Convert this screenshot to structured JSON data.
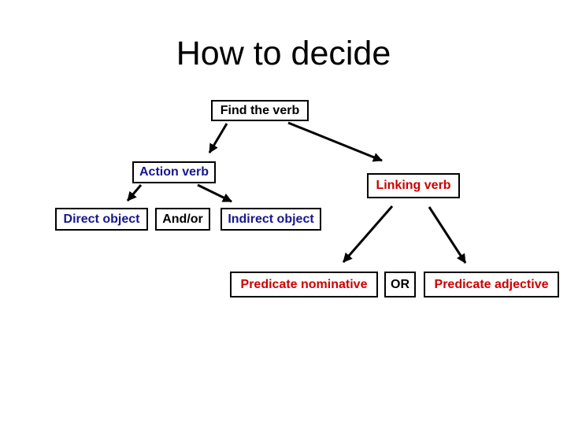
{
  "slide": {
    "title": "How to decide"
  },
  "colors": {
    "background": "#ffffff",
    "node_border": "#000000",
    "arrow": "#000000",
    "black": "#000000",
    "navy": "#17178F",
    "red": "#CC0000"
  },
  "nodes": [
    {
      "id": "find-the-verb",
      "label": "Find the verb",
      "color": "black"
    },
    {
      "id": "action-verb",
      "label": "Action verb",
      "color": "navy"
    },
    {
      "id": "linking-verb",
      "label": "Linking verb",
      "color": "red"
    },
    {
      "id": "direct-object",
      "label": "Direct object",
      "color": "navy"
    },
    {
      "id": "and-or",
      "label": "And/or",
      "color": "black"
    },
    {
      "id": "indirect-object",
      "label": "Indirect object",
      "color": "navy"
    },
    {
      "id": "predicate-nominative",
      "label": "Predicate nominative",
      "color": "red"
    },
    {
      "id": "or",
      "label": "OR",
      "color": "black"
    },
    {
      "id": "predicate-adjective",
      "label": "Predicate adjective",
      "color": "red"
    }
  ],
  "edges": [
    {
      "from": "find-the-verb",
      "to": "action-verb"
    },
    {
      "from": "find-the-verb",
      "to": "linking-verb"
    },
    {
      "from": "action-verb",
      "to": "direct-object"
    },
    {
      "from": "action-verb",
      "to": "indirect-object"
    },
    {
      "from": "linking-verb",
      "to": "predicate-nominative"
    },
    {
      "from": "linking-verb",
      "to": "predicate-adjective"
    }
  ]
}
